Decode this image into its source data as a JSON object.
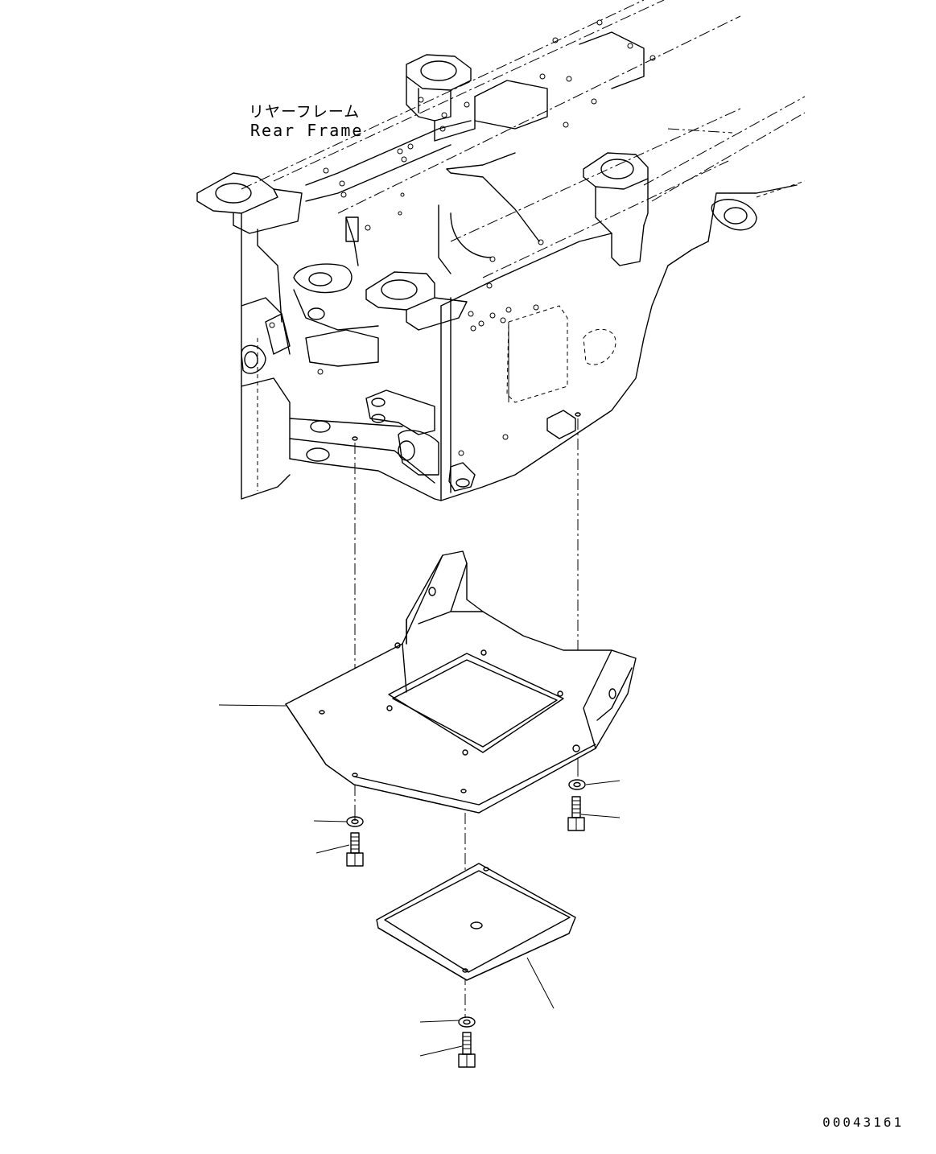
{
  "diagram": {
    "callout_label_japanese": "リヤーフレーム",
    "callout_label_english": "Rear Frame",
    "drawing_number": "00043161"
  },
  "icons": {
    "frame": "rear-frame-drawing",
    "guard": "under-guard-plate-drawing",
    "cover": "access-cover-plate-drawing",
    "bolt": "hex-bolt-icon",
    "washer": "flat-washer-icon"
  },
  "colors": {
    "line": "#000000",
    "background": "#ffffff"
  }
}
